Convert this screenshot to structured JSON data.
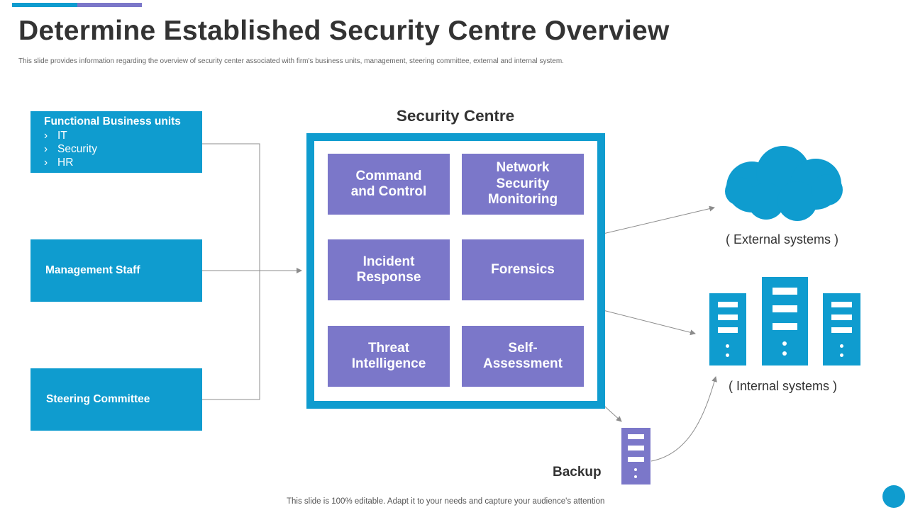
{
  "header": {
    "title": "Determine Established Security Centre Overview",
    "subtitle": "This slide provides information regarding the overview of security center associated with firm's business units, management, steering committee,  external and internal system."
  },
  "left_boxes": {
    "functional": {
      "heading": "Functional Business units",
      "items": [
        "IT",
        "Security",
        "HR"
      ],
      "bullet": "›"
    },
    "management": "Management Staff",
    "steering": "Steering Committee"
  },
  "security_centre": {
    "title": "Security Centre",
    "cells": [
      "Command and Control",
      "Network Security Monitoring",
      "Incident Response",
      "Forensics",
      "Threat Intelligence",
      "Self-Assessment"
    ]
  },
  "external": {
    "label": "( External systems )",
    "icon": "cloud-icon"
  },
  "internal": {
    "label": "( Internal systems )",
    "icon": "server-icon"
  },
  "backup": {
    "label": "Backup",
    "icon": "server-icon"
  },
  "footer": "This slide is 100% editable. Adapt it to your needs and capture your audience's attention",
  "colors": {
    "blue": "#0f9ccf",
    "purple": "#7b77c9",
    "line": "#8c8c8c",
    "title": "#333333"
  }
}
